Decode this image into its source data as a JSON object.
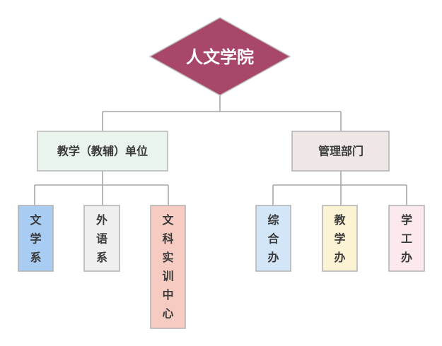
{
  "root": {
    "label": "人文学院",
    "fill": "#a8476a",
    "stroke": "#c0c0c0"
  },
  "groups": [
    {
      "label": "教学（教辅）单位",
      "fill": "#e8f4ec",
      "stroke": "#b7b7b7",
      "children": [
        {
          "label": "文学系",
          "fill": "#a9cdf2",
          "stroke": "#b0b0b0"
        },
        {
          "label": "外语系",
          "fill": "#efefef",
          "stroke": "#b0b0b0"
        },
        {
          "label": "文科实训中心",
          "fill": "#f6cbc1",
          "stroke": "#b0b0b0"
        }
      ]
    },
    {
      "label": "管理部门",
      "fill": "#efe6e6",
      "stroke": "#b0b0b0",
      "children": [
        {
          "label": "综合办",
          "fill": "#d2e6f8",
          "stroke": "#b0b0b0"
        },
        {
          "label": "教学办",
          "fill": "#fbf3d3",
          "stroke": "#b0b0b0"
        },
        {
          "label": "学工办",
          "fill": "#fbe9ee",
          "stroke": "#b0b0b0"
        }
      ]
    }
  ]
}
